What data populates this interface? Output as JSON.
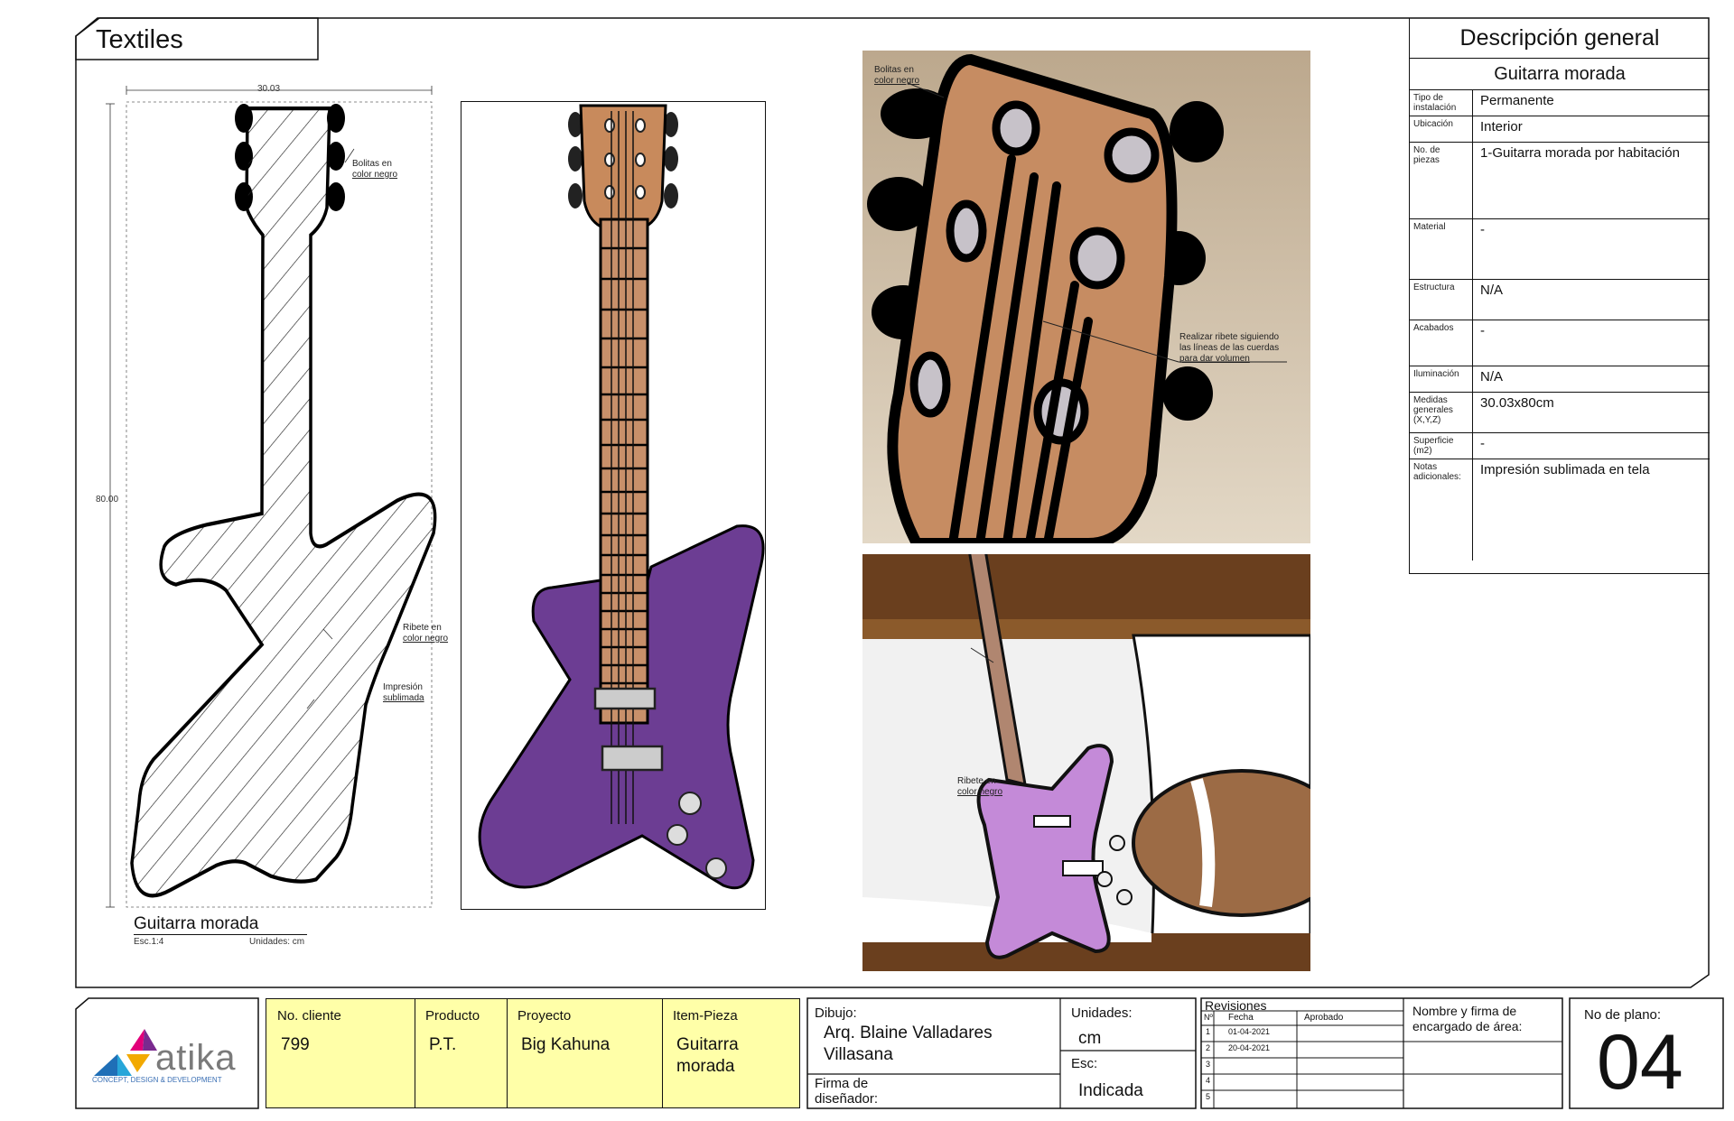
{
  "section_title": "Textiles",
  "drawing": {
    "width_dim": "30.03",
    "height_dim": "80.00",
    "note_knobs": [
      "Bolitas en",
      "color negro"
    ],
    "note_trim": [
      "Ribete en",
      "color negro"
    ],
    "note_print": [
      "Impresión",
      "sublimada"
    ],
    "caption": "Guitarra morada",
    "scale": "Esc.1:4",
    "units": "Unidades: cm"
  },
  "photo_top": {
    "note_knobs": [
      "Bolitas en",
      "color negro"
    ],
    "note_trim": [
      "Realizar ribete siguiendo",
      "las líneas de las cuerdas",
      "para dar volumen"
    ]
  },
  "photo_bottom": {
    "note_trim": [
      "Ribete en",
      "color negro"
    ]
  },
  "description": {
    "header": "Descripción general",
    "name": "Guitarra morada",
    "rows": [
      {
        "label": "Tipo de instalación",
        "value": "Permanente"
      },
      {
        "label": "Ubicación",
        "value": "Interior"
      },
      {
        "label": "No. de piezas",
        "value": "1-Guitarra morada por habitación"
      },
      {
        "label": "Material",
        "value": "-"
      },
      {
        "label": "Estructura",
        "value": "N/A"
      },
      {
        "label": "Acabados",
        "value": "-"
      },
      {
        "label": "Iluminación",
        "value": "N/A"
      },
      {
        "label": "Medidas generales (X,Y,Z)",
        "value": "30.03x80cm"
      },
      {
        "label": "Superficie (m2)",
        "value": "-"
      },
      {
        "label": "Notas adicionales:",
        "value": "Impresión sublimada en tela"
      }
    ]
  },
  "title_block": {
    "logo_text": "atika",
    "logo_tagline": "CONCEPT, DESIGN & DEVELOPMENT",
    "client_label": "No. cliente",
    "client_value": "799",
    "product_label": "Producto",
    "product_value": "P.T.",
    "project_label": "Proyecto",
    "project_value": "Big Kahuna",
    "item_label": "Item-Pieza",
    "item_value_1": "Guitarra",
    "item_value_2": "morada",
    "drawing_label": "Dibujo:",
    "drawing_value_1": "Arq. Blaine Valladares",
    "drawing_value_2": "Villasana",
    "signature_label_1": "Firma de",
    "signature_label_2": "diseñador:",
    "units_label": "Unidades:",
    "units_value": "cm",
    "scale_label": "Esc:",
    "scale_value": "Indicada",
    "revisions_label": "Revisiones",
    "rev_headers": [
      "Nº",
      "Fecha",
      "Aprobado"
    ],
    "revisions": [
      {
        "n": "1",
        "date": "01-04-2021"
      },
      {
        "n": "2",
        "date": "20-04-2021"
      },
      {
        "n": "3",
        "date": ""
      },
      {
        "n": "4",
        "date": ""
      },
      {
        "n": "5",
        "date": ""
      }
    ],
    "approver_label_1": "Nombre y firma de",
    "approver_label_2": "encargado de área:",
    "plan_label": "No de plano:",
    "plan_value": "04"
  },
  "colors": {
    "purple": "#6c3d93",
    "light_purple": "#c48ad8",
    "headstock": "#c88a5c",
    "fret": "#c8906a",
    "highlight": "#ffffa8"
  }
}
